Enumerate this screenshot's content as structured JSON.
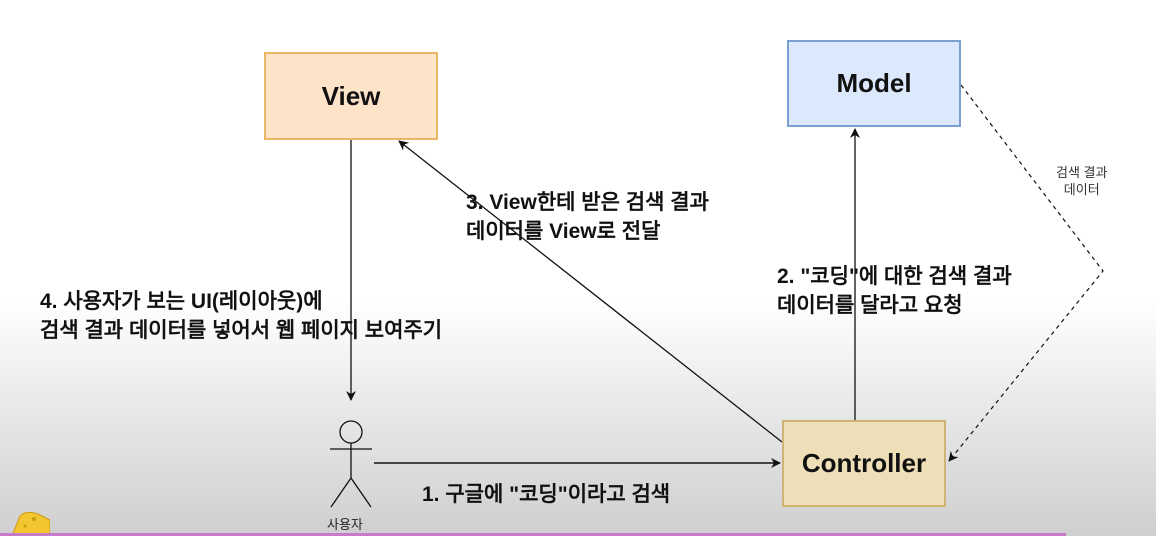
{
  "diagram": {
    "nodes": {
      "view": {
        "label": "View",
        "fill": "#fde3c8",
        "stroke": "#e9b766"
      },
      "model": {
        "label": "Model",
        "fill": "#dce8fc",
        "stroke": "#7b9fd0"
      },
      "controller": {
        "label": "Controller",
        "fill": "#eedfb8",
        "stroke": "#cfb575"
      },
      "user": {
        "label": "사용자"
      }
    },
    "edges": {
      "step1": {
        "line1": "1. 구글에 \"코딩\"이라고 검색"
      },
      "step2": {
        "line1": "2. \"코딩\"에 대한 검색 결과",
        "line2": "데이터를 달라고 요청"
      },
      "step3": {
        "line1": "3. View한테 받은 검색 결과",
        "line2": "데이터를 View로 전달"
      },
      "step4": {
        "line1": "4. 사용자가 보는 UI(레이아웃)에",
        "line2": "검색 결과 데이터를 넣어서 웹 페이지 보여주기"
      },
      "model_return": {
        "line1": "검색 결과",
        "line2": "데이터"
      }
    }
  },
  "video": {
    "progress_color": "#c77ac7",
    "mascot_icon": "cheese-icon"
  }
}
